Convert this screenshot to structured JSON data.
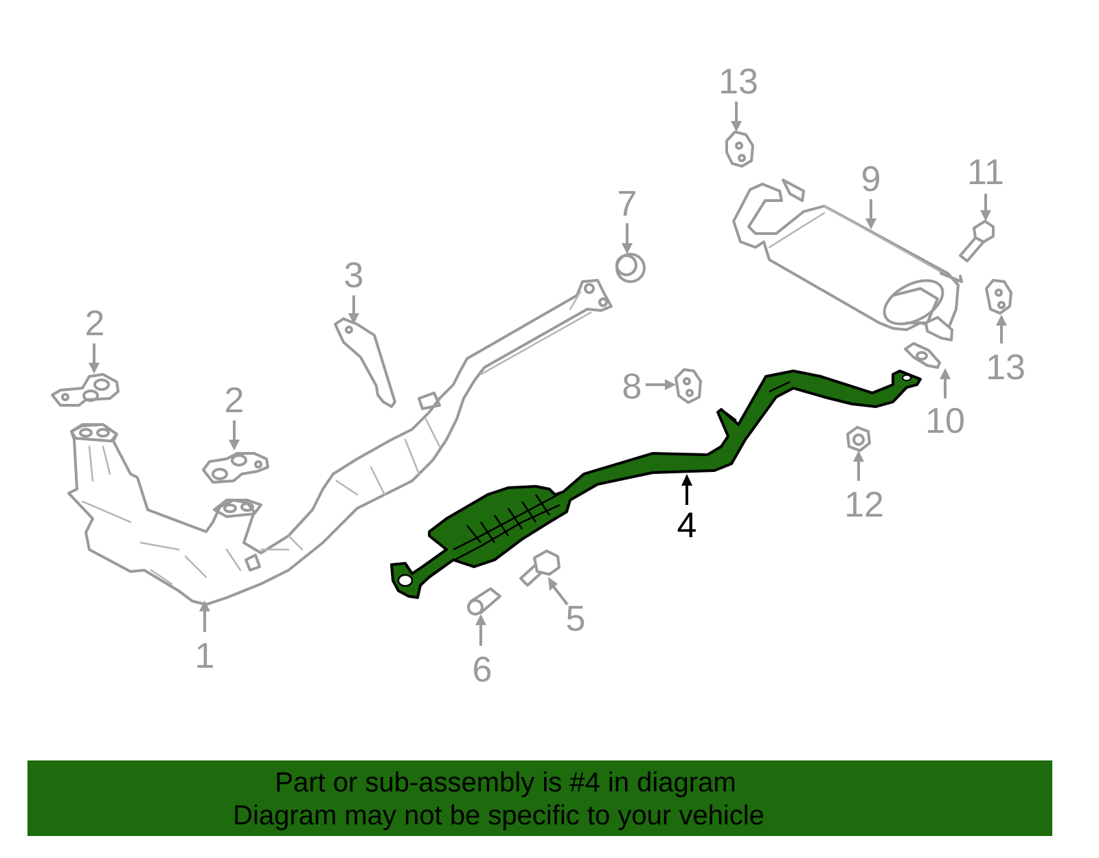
{
  "callouts": {
    "c1": "1",
    "c2a": "2",
    "c2b": "2",
    "c3": "3",
    "c4": "4",
    "c5": "5",
    "c6": "6",
    "c7": "7",
    "c8": "8",
    "c9": "9",
    "c10": "10",
    "c11": "11",
    "c12": "12",
    "c13a": "13",
    "c13b": "13"
  },
  "highlighted_part": "4",
  "banner": {
    "line1": "Part or sub-assembly is #4 in diagram",
    "line2": "Diagram may not be specific to your vehicle"
  },
  "colors": {
    "highlight": "#1d6b0d",
    "parts_outline": "#9a9a9a",
    "banner_bg": "#1d6b0d"
  }
}
